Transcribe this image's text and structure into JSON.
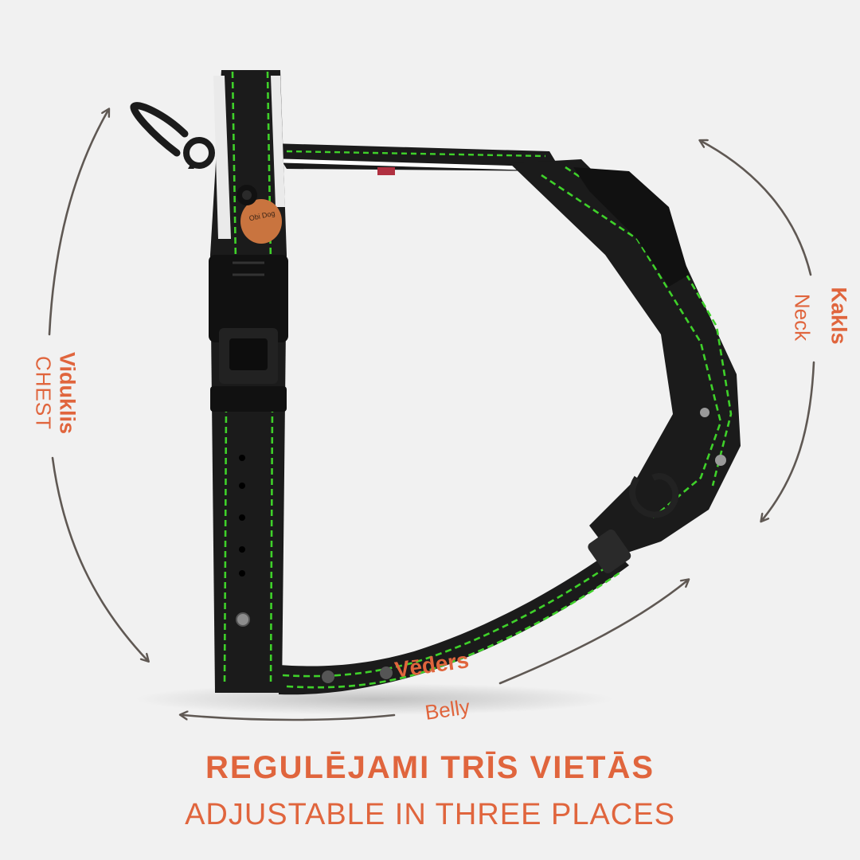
{
  "labels": {
    "chest_lv": "Viduklis",
    "chest_en": "CHEST",
    "neck_lv": "Kakls",
    "neck_en": "Neck",
    "belly_lv": "Vēders",
    "belly_en": "Belly"
  },
  "tag_text": "Obi Dog",
  "headline": {
    "lv": "REGULĒJAMI TRĪS VIETĀS",
    "en": "ADJUSTABLE IN THREE PLACES"
  },
  "colors": {
    "background": "#f1f1f1",
    "accent": "#e0653d",
    "strap": "#1b1b1b",
    "stitch": "#3fd12a",
    "arrow": "#5f5853"
  }
}
